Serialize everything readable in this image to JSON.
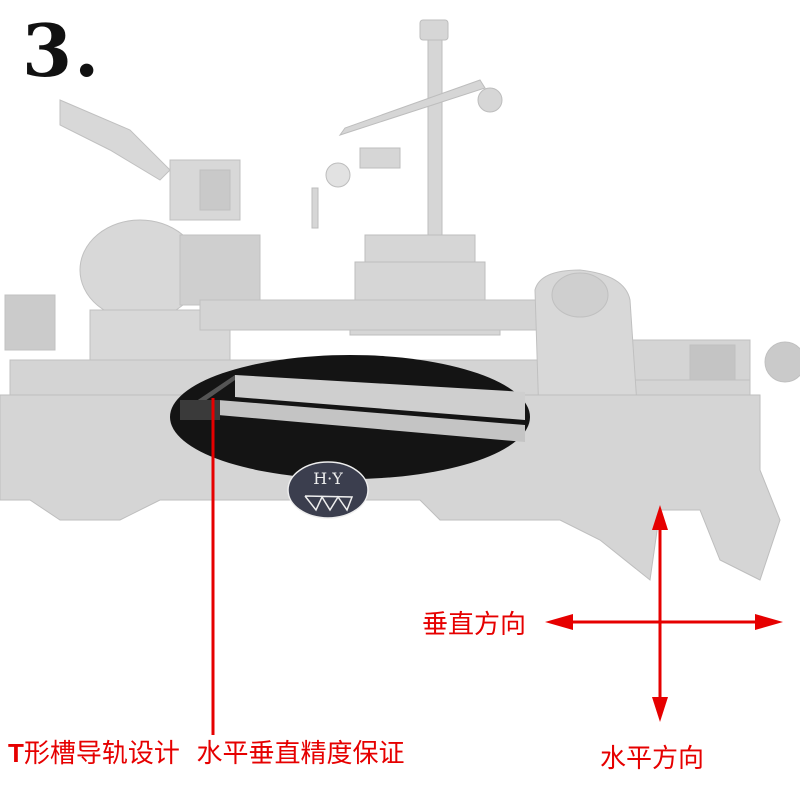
{
  "step_number": "3.",
  "product": {
    "name": "bench center / lathe bed with dial indicator stand",
    "logo_text": "H·Y"
  },
  "callout": {
    "label_prefix": "T",
    "label_main": "形槽导轨设计",
    "label_secondary": "水平垂直精度保证",
    "highlight": "T-slot guide rail close-up"
  },
  "axes": {
    "vertical_label": "垂直方向",
    "horizontal_label": "水平方向"
  },
  "colors": {
    "annotation": "#e60000",
    "machine": "#d4d4d4",
    "highlight_dark": "#111111",
    "text_number": "#111111"
  }
}
